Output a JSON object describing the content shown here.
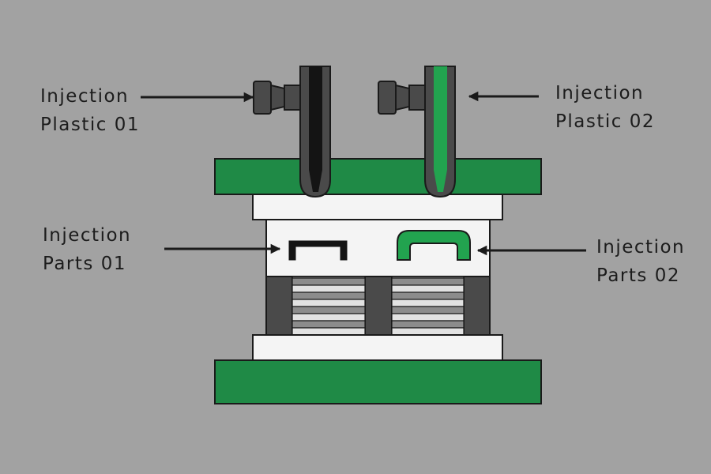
{
  "labels": {
    "plastic_01": {
      "line1": "Injection",
      "line2": "Plastic 01"
    },
    "plastic_02": {
      "line1": "Injection",
      "line2": "Plastic 02"
    },
    "parts_01": {
      "line1": "Injection",
      "line2": "Parts 01"
    },
    "parts_02": {
      "line1": "Injection",
      "line2": "Parts 02"
    }
  },
  "colors": {
    "background": "#a2a2a2",
    "mold_green": "#1f8a46",
    "mold_white": "#f4f4f4",
    "dark_gray": "#4a4a4a",
    "black_plastic": "#141414",
    "green_plastic": "#22a34f",
    "outline": "#1a1a1a"
  }
}
